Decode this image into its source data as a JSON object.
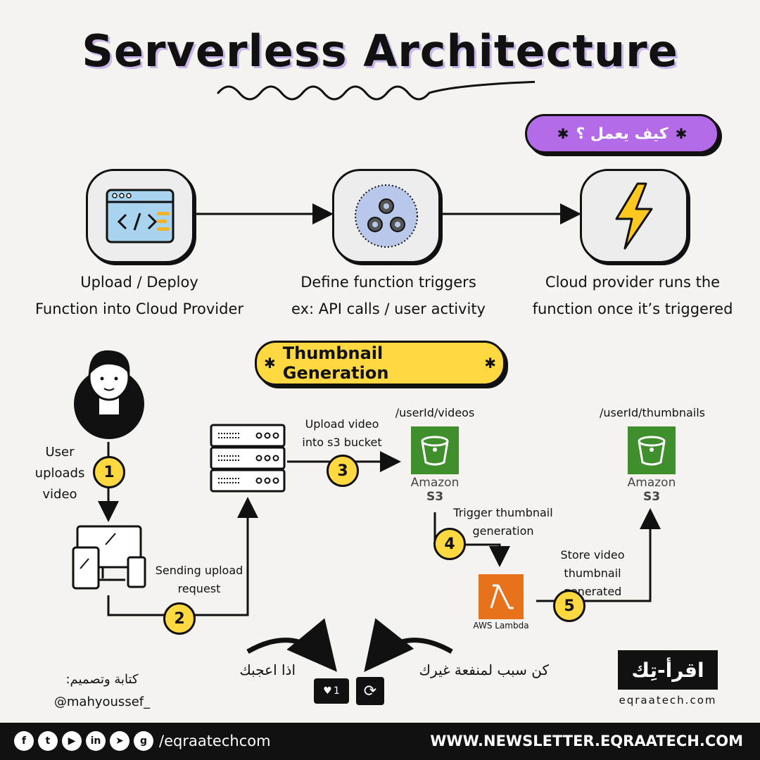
{
  "title": "Serverless Architecture",
  "how_it_works_label": "كيف يعمل ؟",
  "steps": [
    {
      "icon": "code-window-icon",
      "line1": "Upload / Deploy",
      "line2": "Function into Cloud Provider"
    },
    {
      "icon": "gears-icon",
      "line1": "Define function triggers",
      "line2": "ex: API calls / user activity"
    },
    {
      "icon": "lightning-icon",
      "line1": "Cloud provider runs the",
      "line2": "function once it’s triggered"
    }
  ],
  "example_title": "Thumbnail Generation",
  "flow": {
    "user_caption": [
      "User",
      "uploads",
      "video"
    ],
    "step1": "1",
    "step2": "2",
    "step2_caption": [
      "Sending upload",
      "request"
    ],
    "step3": "3",
    "step3_caption": [
      "Upload video",
      "into s3 bucket"
    ],
    "videos_path": "/userId/videos",
    "thumbnails_path": "/userId/thumbnails",
    "s3_name": "Amazon",
    "s3_sub": "S3",
    "step4": "4",
    "step4_caption": [
      "Trigger thumbnail",
      "generation"
    ],
    "lambda_label": "AWS Lambda",
    "step5": "5",
    "step5_caption": [
      "Store video",
      "thumbnail generated"
    ]
  },
  "cta": {
    "left_text": "اذا اعجبك",
    "right_text": "كن سبب لمنفعة غيرك",
    "like_count": "1"
  },
  "author": {
    "label": "كتابة وتصميم:",
    "handle": "@mahyoussef_"
  },
  "brand": {
    "logo_text": "اقرأ-تِك",
    "domain": "eqraatech.com"
  },
  "footer": {
    "handle": "/eqraatechcom",
    "newsletter": "WWW.NEWSLETTER.EQRAATECH.COM"
  },
  "colors": {
    "purple": "#b36be8",
    "yellow": "#ffd93f",
    "s3_green": "#3f8f2d",
    "lambda_orange": "#e8721c"
  }
}
